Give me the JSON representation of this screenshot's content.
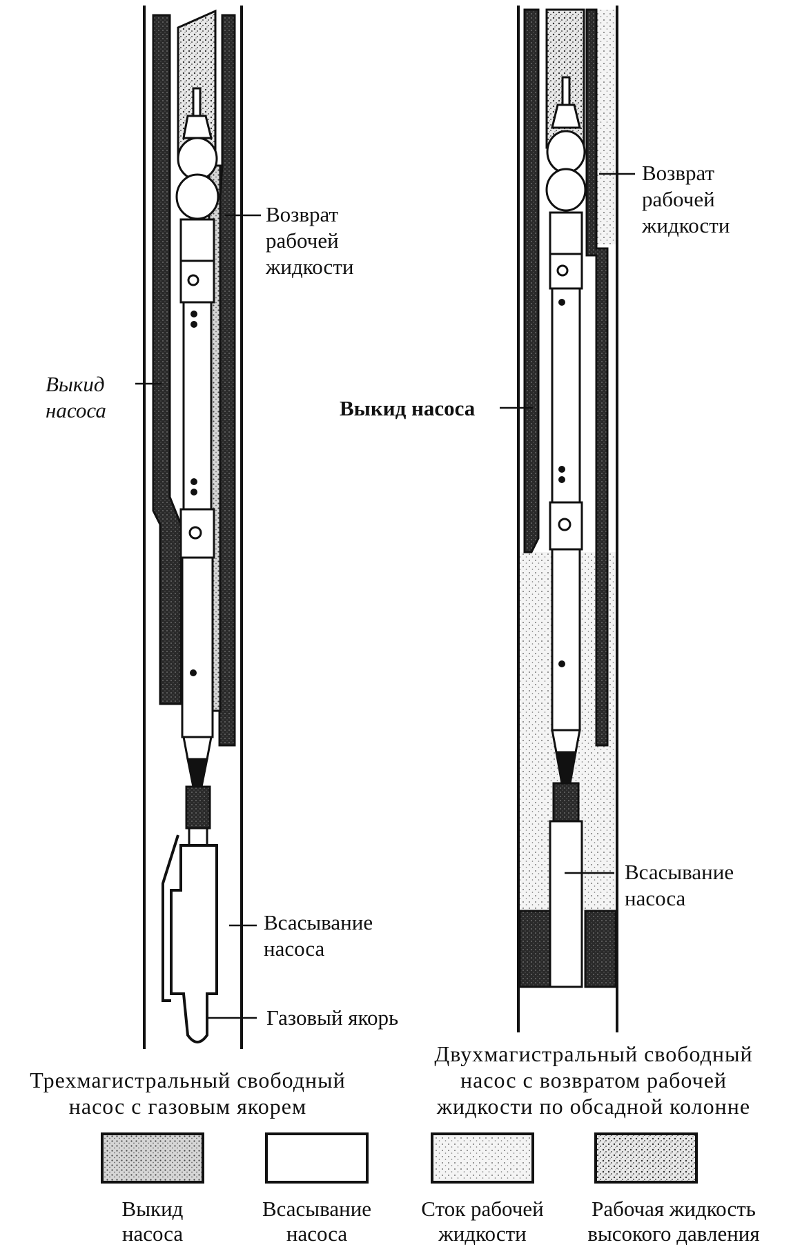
{
  "left_pump": {
    "labels": {
      "return": "Возврат\nрабочей\nжидкости",
      "discharge": "Выкид\nнасоса",
      "suction": "Всасывание\nнасоса",
      "gas_anchor": "Газовый якорь"
    },
    "caption": "Трехмагистральный свободный\nнасос с газовым якорем"
  },
  "right_pump": {
    "labels": {
      "return": "Возврат\nрабочей\nжидкости",
      "discharge": "Выкид насоса",
      "suction": "Всасывание\nнасоса"
    },
    "caption": "Двухмагистральный свободный\nнасос с возвратом рабочей\nжидкости по обсадной колонне"
  },
  "legend": [
    {
      "fill": "discharge",
      "label": "Выкид\nнасоса"
    },
    {
      "fill": "suction",
      "label": "Всасывание\nнасоса"
    },
    {
      "fill": "drain",
      "label": "Сток рабочей\nжидкости"
    },
    {
      "fill": "power_fluid",
      "label": "Рабочая жидкость\nвысокого давления"
    }
  ],
  "colors": {
    "outline": "#111111",
    "discharge": "#b5b5b5",
    "drain": "#dcdcdc",
    "power_fluid": "#cfcfcf",
    "suction": "#ffffff"
  }
}
